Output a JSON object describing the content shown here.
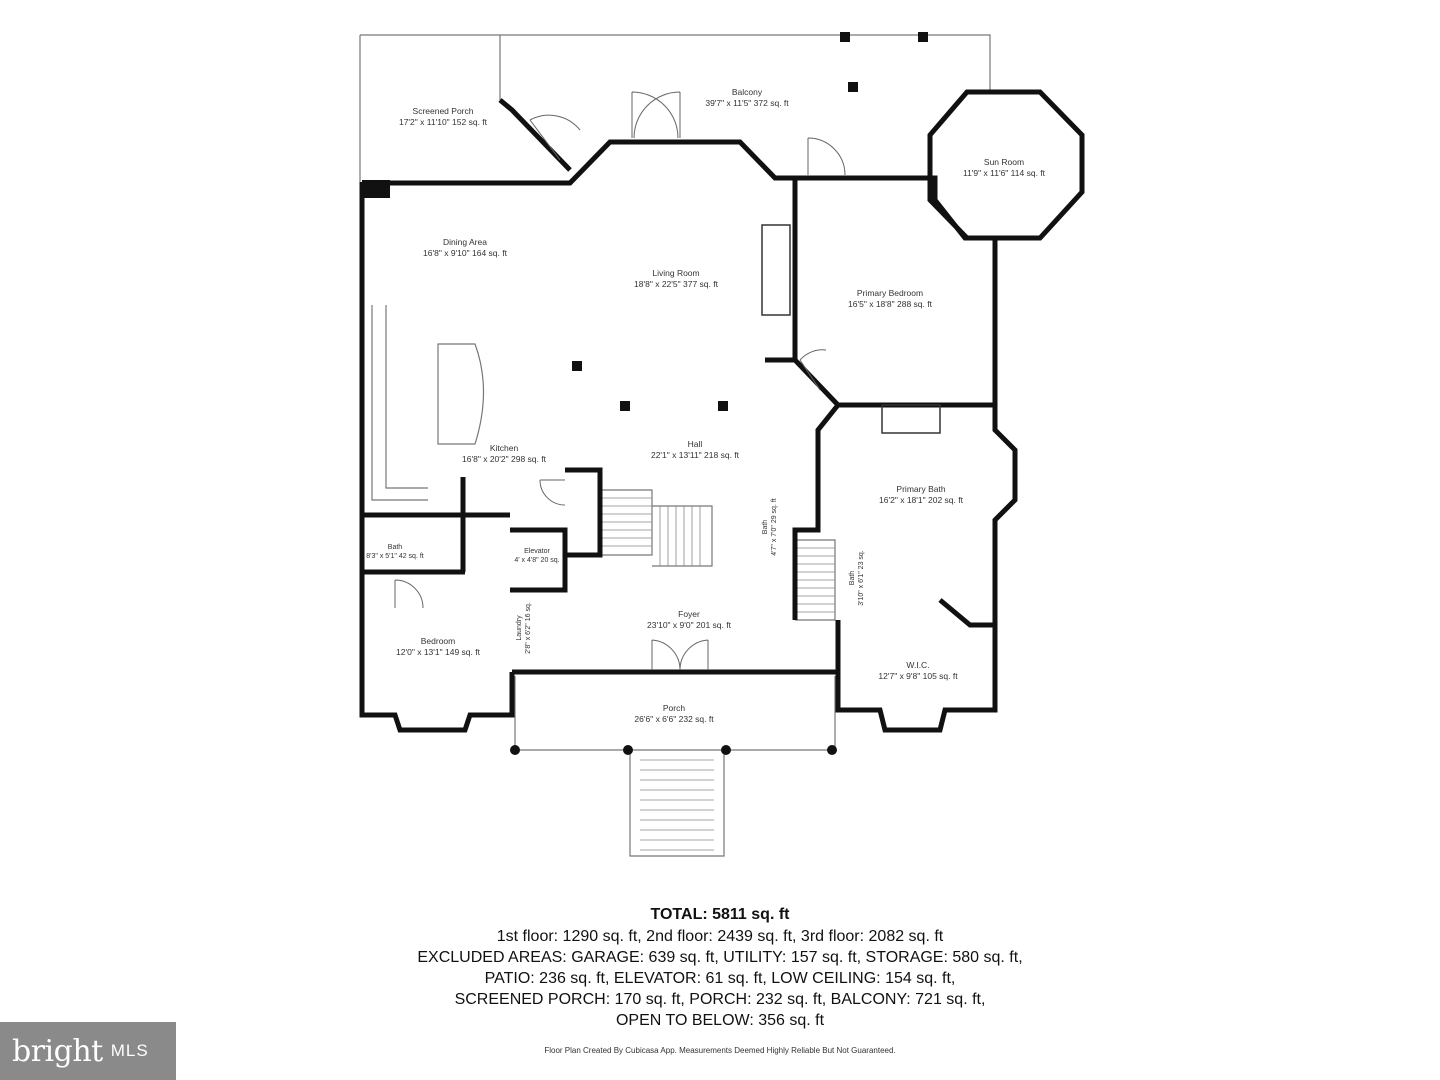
{
  "rooms": [
    {
      "id": "screened-porch",
      "name": "Screened Porch",
      "dims": "17'2\" x 11'10\" 152 sq. ft"
    },
    {
      "id": "balcony",
      "name": "Balcony",
      "dims": "39'7\" x 11'5\" 372 sq. ft"
    },
    {
      "id": "sun-room",
      "name": "Sun Room",
      "dims": "11'9\" x 11'6\" 114 sq. ft"
    },
    {
      "id": "dining-area",
      "name": "Dining Area",
      "dims": "16'8\" x 9'10\" 164 sq. ft"
    },
    {
      "id": "living-room",
      "name": "Living Room",
      "dims": "18'8\" x 22'5\" 377 sq. ft"
    },
    {
      "id": "primary-bedroom",
      "name": "Primary Bedroom",
      "dims": "16'5\" x 18'8\" 288 sq. ft"
    },
    {
      "id": "kitchen",
      "name": "Kitchen",
      "dims": "16'8\" x 20'2\" 298 sq. ft"
    },
    {
      "id": "hall",
      "name": "Hall",
      "dims": "22'1\" x 13'11\" 218 sq. ft"
    },
    {
      "id": "primary-bath",
      "name": "Primary Bath",
      "dims": "16'2\" x 18'1\" 202 sq. ft"
    },
    {
      "id": "bath-left",
      "name": "Bath",
      "dims": "8'3\" x 5'1\" 42 sq. ft"
    },
    {
      "id": "elevator",
      "name": "Elevator",
      "dims": "4' x 4'8\" 20 sq."
    },
    {
      "id": "bath-middle",
      "name": "Bath",
      "dims": "4'7\" x 7'0\" 29 sq. ft"
    },
    {
      "id": "bath-right",
      "name": "Bath",
      "dims": "3'10\" x 6'1\" 23 sq."
    },
    {
      "id": "bedroom",
      "name": "Bedroom",
      "dims": "12'0\" x 13'1\" 149 sq. ft"
    },
    {
      "id": "laundry",
      "name": "Laundry",
      "dims": "2'8\" x 6'2\" 16 sq."
    },
    {
      "id": "foyer",
      "name": "Foyer",
      "dims": "23'10\" x 9'0\" 201 sq. ft"
    },
    {
      "id": "wic",
      "name": "W.I.C.",
      "dims": "12'7\" x 9'8\" 105 sq. ft"
    },
    {
      "id": "porch",
      "name": "Porch",
      "dims": "26'6\" x 6'6\" 232 sq. ft"
    }
  ],
  "summary": {
    "total": "TOTAL: 5811 sq. ft",
    "lines": [
      "1st floor: 1290 sq. ft, 2nd floor: 2439 sq. ft, 3rd floor: 2082 sq. ft",
      "EXCLUDED AREAS: GARAGE: 639 sq. ft, UTILITY: 157 sq. ft, STORAGE: 580 sq. ft,",
      "PATIO: 236 sq. ft, ELEVATOR: 61 sq. ft, LOW CEILING: 154 sq. ft,",
      "SCREENED PORCH: 170 sq. ft, PORCH: 232 sq. ft, BALCONY: 721 sq. ft,",
      "OPEN TO BELOW: 356 sq. ft"
    ]
  },
  "footer": "Floor Plan Created By Cubicasa App. Measurements Deemed Highly Reliable But Not Guaranteed.",
  "logo": {
    "brand": "bright",
    "suffix": "MLS",
    "background": "#8a8a8a"
  },
  "colors": {
    "wall": "#111111",
    "thin_line": "#666666"
  }
}
